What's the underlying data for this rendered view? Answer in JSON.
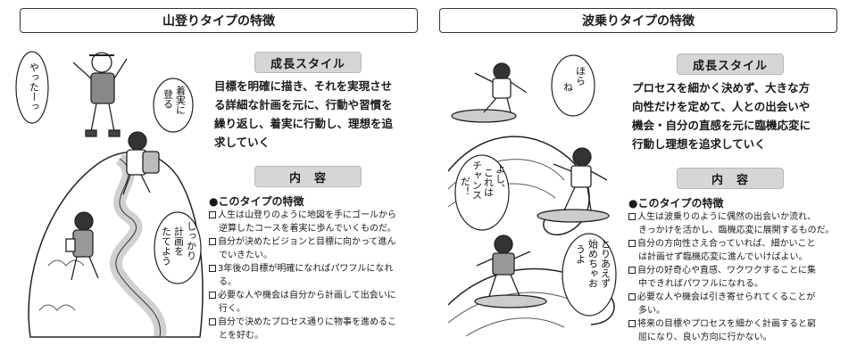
{
  "left": {
    "title": "山登りタイプの特徴",
    "style_label": "成長スタイル",
    "style_text": [
      "目標を明確に描き、それを実現させ",
      "る詳細な計画を元に、行動や習慣を",
      "繰り返し、着実に行動し、理想を追",
      "求していく"
    ],
    "content_label": "内　容",
    "feature_heading": "●このタイプの特徴",
    "items": [
      [
        "人生は山登りのように地図を手にゴールから",
        "逆算したコースを着実に歩んでいくものだ。"
      ],
      [
        "自分が決めたビジョンと目標に向かって進ん",
        "でいきたい。"
      ],
      [
        "3年後の目標が明確になればパワフルになれ",
        "る。"
      ],
      [
        "必要な人や機会は自分から計画して出会いに",
        "行く。"
      ],
      [
        "自分で決めたプロセス通りに物事を進めるこ",
        "とを好む。"
      ]
    ],
    "bubbles": {
      "b1": [
        "やったーっ"
      ],
      "b2": [
        "着実に",
        "登る"
      ],
      "b3": [
        "しっかり",
        "計画を",
        "たてよう"
      ]
    }
  },
  "right": {
    "title": "波乗りタイプの特徴",
    "style_label": "成長スタイル",
    "style_text": [
      "プロセスを細かく決めず、大きな方",
      "向性だけを定めて、人との出会いや",
      "機会・自分の直感を元に臨機応変に",
      "行動し理想を追求していく"
    ],
    "content_label": "内　容",
    "feature_heading": "●このタイプの特徴",
    "items": [
      [
        "人生は波乗りのように偶然の出会いか流れ、",
        "きっかけを活かし、臨機応変に展開するものだ。"
      ],
      [
        "自分の方向性さえ合っていれば、細かいこと",
        "は計画せず臨機応変に進んでいけばよい。"
      ],
      [
        "自分の好奇心や直感、ワクワクすることに集",
        "中できればパワフルになれる。"
      ],
      [
        "必要な人や機会は引き寄せられてくることが",
        "多い。"
      ],
      [
        "将来の目標やプロセスを細かく計画すると窮",
        "屈になり、良い方向に行かない。"
      ]
    ],
    "bubbles": {
      "b1": [
        "ほら",
        "ね"
      ],
      "b2": [
        "よし、",
        "これは",
        "チャンス",
        "だ！"
      ],
      "b3": [
        "とりあえず",
        "始めちゃお",
        "うよ"
      ]
    }
  }
}
